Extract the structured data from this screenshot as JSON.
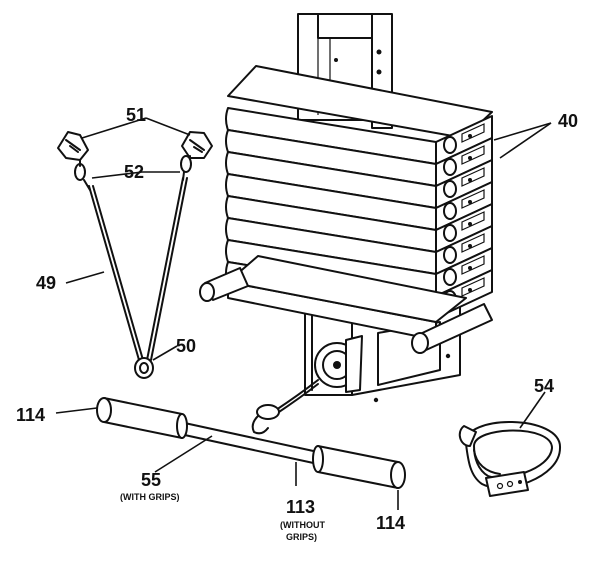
{
  "callouts": {
    "weight_plates": "40",
    "handle": "51",
    "clip": "52",
    "rope": "49",
    "ring": "50",
    "bar_end_left": "114",
    "bar_end_right": "114",
    "bar_with_grips": "55",
    "bar_without_grips": "113",
    "ankle_strap": "54"
  },
  "notes": {
    "with_grips": "(WITH GRIPS)",
    "without_grips_line1": "(WITHOUT",
    "without_grips_line2": "GRIPS)"
  }
}
